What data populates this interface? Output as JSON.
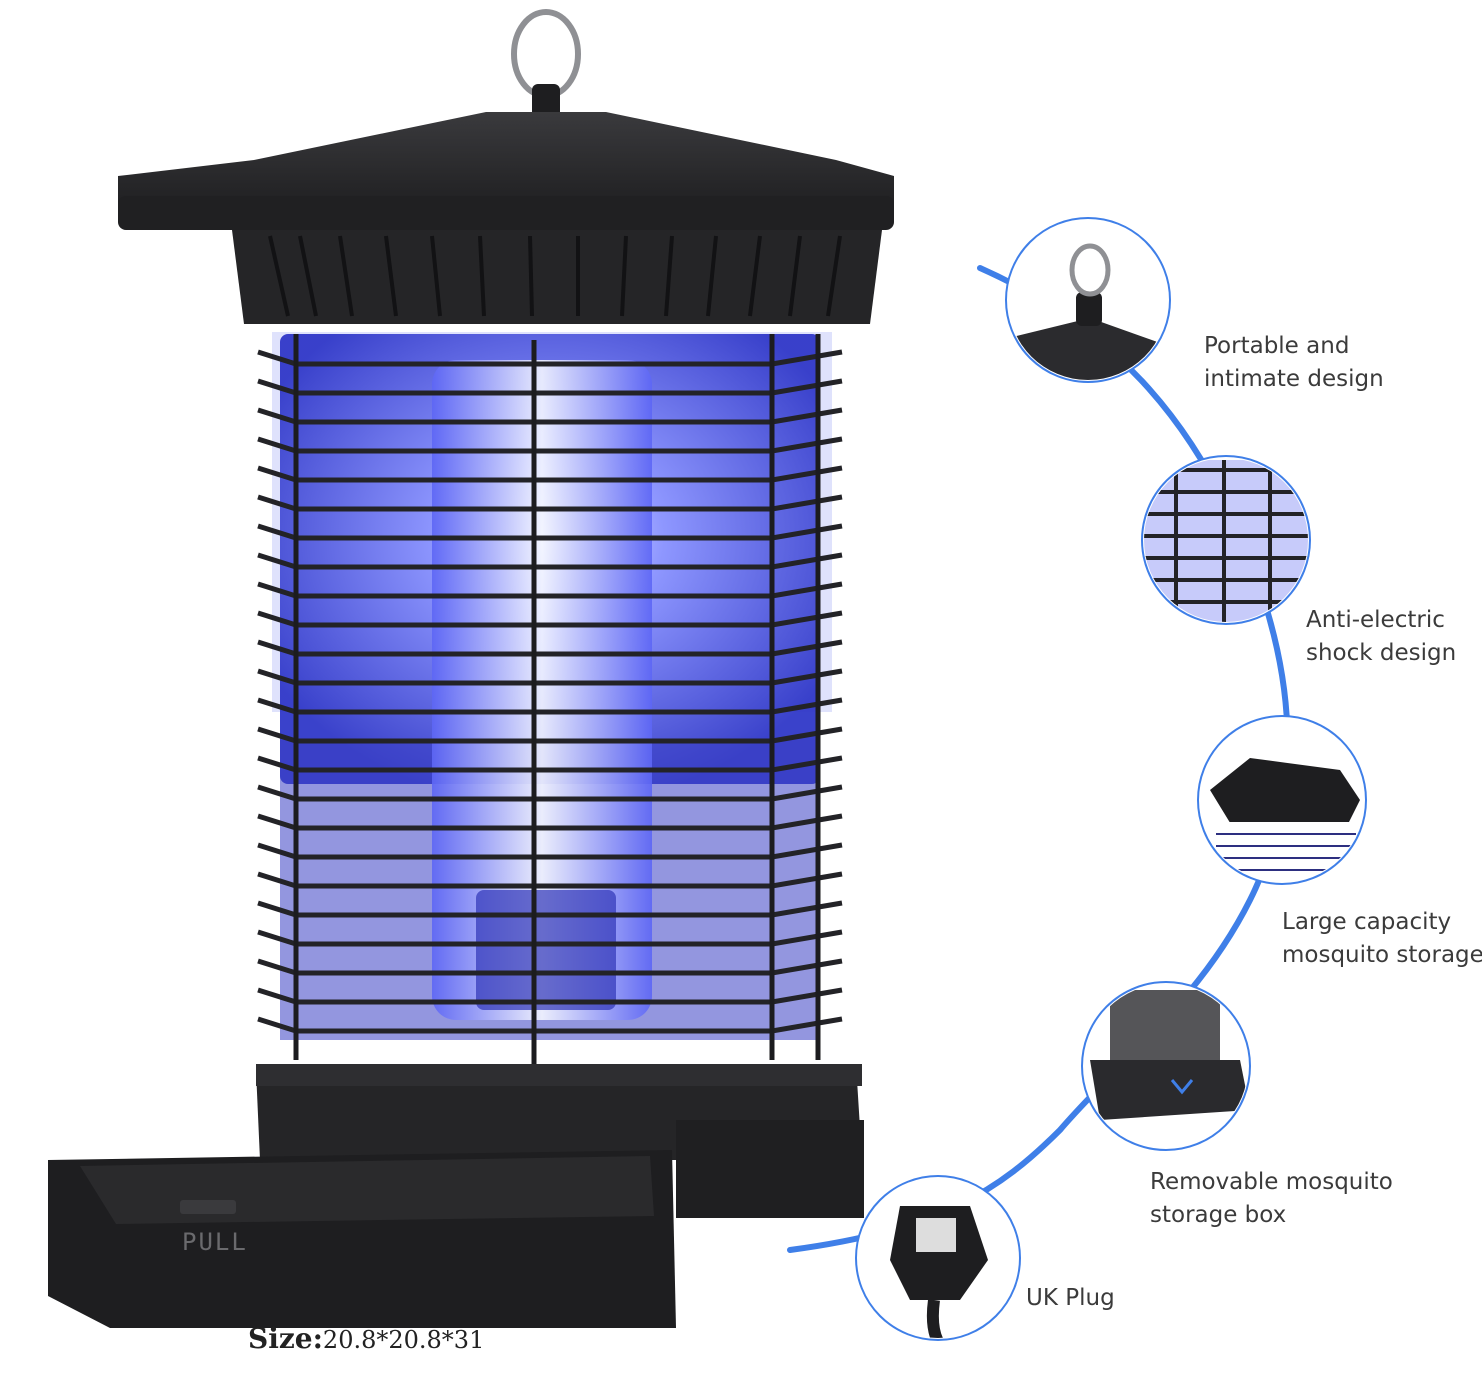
{
  "product": {
    "drawer_label": "PULL",
    "size_label": "Size:",
    "size_value": "20.8*20.8*31"
  },
  "features": [
    {
      "icon": "hanging-ring-icon",
      "line1": "Portable and",
      "line2": "intimate design"
    },
    {
      "icon": "grid-mesh-icon",
      "line1": "Anti-electric",
      "line2": "shock design"
    },
    {
      "icon": "storage-tray-icon",
      "line1": "Large capacity",
      "line2": "mosquito storage"
    },
    {
      "icon": "removable-box-icon",
      "line1": "Removable mosquito",
      "line2": "storage box"
    },
    {
      "icon": "uk-plug-icon",
      "line1": "UK Plug",
      "line2": ""
    }
  ],
  "colors": {
    "accent_blue": "#3f7fe8",
    "uv_glow": "#4d5cf0",
    "body_black": "#1e1e20"
  }
}
